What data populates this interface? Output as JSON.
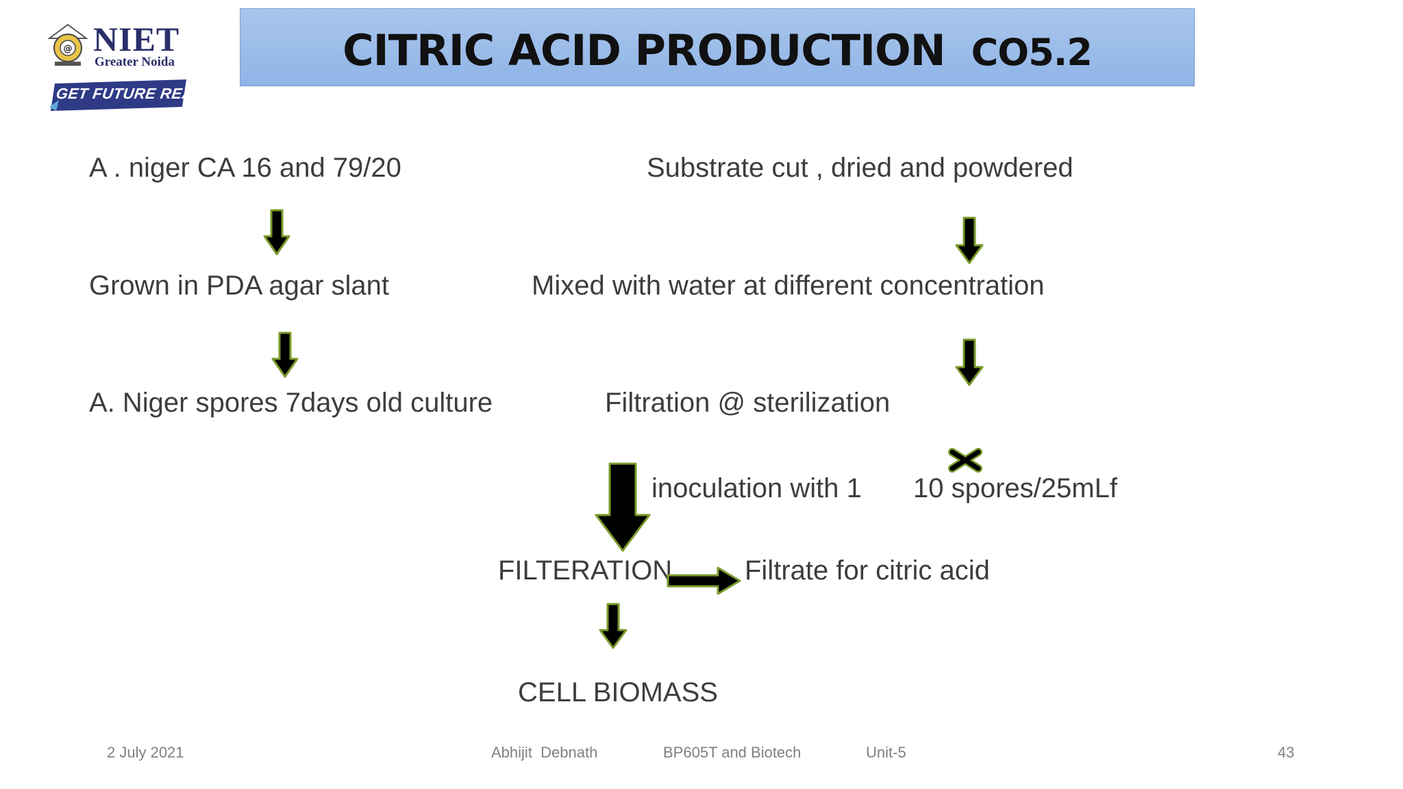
{
  "logo": {
    "name": "NIET",
    "city": "Greater Noida",
    "tagline": "GET FUTURE READY"
  },
  "title": {
    "main": "CITRIC ACID PRODUCTION",
    "code": "CO5.2"
  },
  "flow": {
    "left": {
      "step1": "A . niger CA 16 and 79/20",
      "step2": "Grown in PDA agar slant",
      "step3": "A. Niger spores 7days old culture"
    },
    "right": {
      "step1": "Substrate cut , dried and powdered",
      "step2": "Mixed with water at different concentration",
      "step3": "Filtration @ sterilization"
    },
    "inoculation_part1": "inoculation with 1",
    "inoculation_part2": "10 spores/25mLf",
    "filteration": "FILTERATION",
    "filtrate": "Filtrate for citric acid",
    "biomass": "CELL BIOMASS"
  },
  "footer": {
    "date": "2 July 2021",
    "author": "Abhijit  Debnath",
    "course": "BP605T and Biotech",
    "unit": "Unit-5",
    "page": "43"
  },
  "colors": {
    "title_bg": "#9dbde9",
    "arrow_fill": "#000000",
    "arrow_outline": "#7a9a2a"
  }
}
